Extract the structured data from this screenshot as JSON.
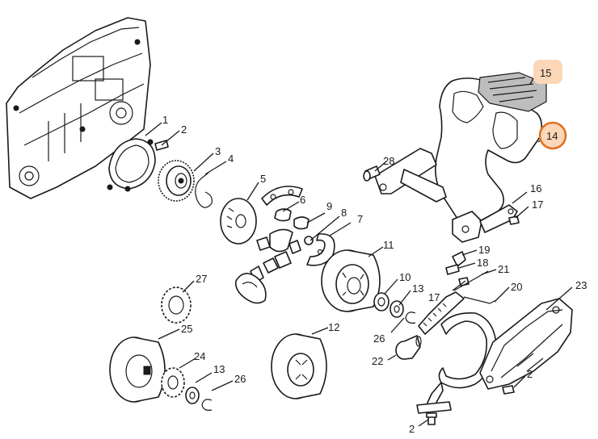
{
  "callouts": [
    {
      "id": "1",
      "label": "1"
    },
    {
      "id": "2a",
      "label": "2"
    },
    {
      "id": "3",
      "label": "3"
    },
    {
      "id": "4",
      "label": "4"
    },
    {
      "id": "5",
      "label": "5"
    },
    {
      "id": "6",
      "label": "6"
    },
    {
      "id": "7",
      "label": "7"
    },
    {
      "id": "8",
      "label": "8"
    },
    {
      "id": "9",
      "label": "9"
    },
    {
      "id": "10",
      "label": "10"
    },
    {
      "id": "11",
      "label": "11"
    },
    {
      "id": "12",
      "label": "12"
    },
    {
      "id": "13a",
      "label": "13"
    },
    {
      "id": "13b",
      "label": "13"
    },
    {
      "id": "14",
      "label": "14",
      "highlighted": true
    },
    {
      "id": "15",
      "label": "15",
      "highlighted": true
    },
    {
      "id": "16",
      "label": "16"
    },
    {
      "id": "17a",
      "label": "17"
    },
    {
      "id": "17b",
      "label": "17"
    },
    {
      "id": "18",
      "label": "18"
    },
    {
      "id": "19",
      "label": "19"
    },
    {
      "id": "20",
      "label": "20"
    },
    {
      "id": "21",
      "label": "21"
    },
    {
      "id": "22",
      "label": "22"
    },
    {
      "id": "23",
      "label": "23"
    },
    {
      "id": "24",
      "label": "24"
    },
    {
      "id": "25",
      "label": "25"
    },
    {
      "id": "26a",
      "label": "26"
    },
    {
      "id": "26b",
      "label": "26"
    },
    {
      "id": "27",
      "label": "27"
    },
    {
      "id": "28",
      "label": "28"
    },
    {
      "id": "2b",
      "label": "2"
    },
    {
      "id": "2c",
      "label": "2"
    }
  ],
  "colors": {
    "line": "#1a1a1a",
    "highlight_fill": "#fbd7b8",
    "highlight_stroke": "#e07020"
  }
}
